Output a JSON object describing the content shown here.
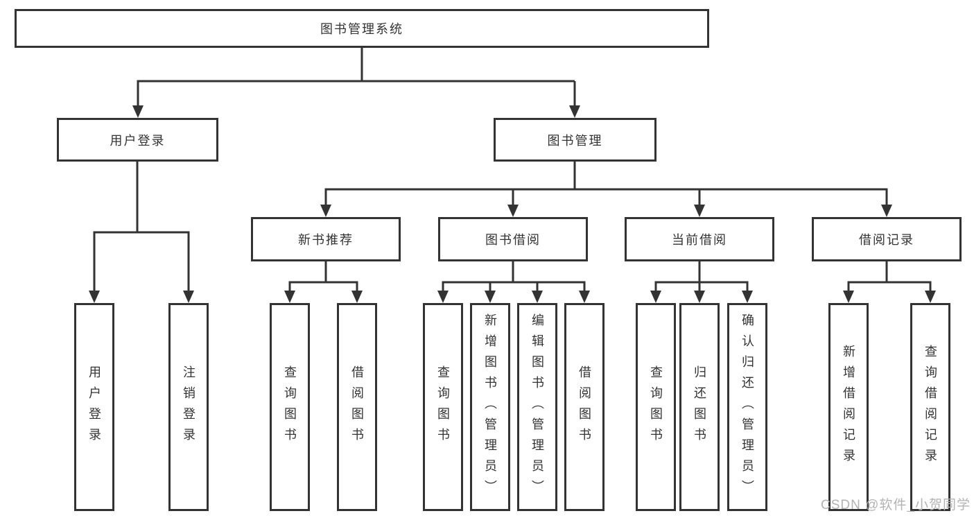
{
  "diagram": {
    "root": {
      "label": "图书管理系统"
    },
    "branches": [
      {
        "label": "用户登录",
        "children": [
          {
            "label": "用户登录"
          },
          {
            "label": "注销登录"
          }
        ]
      },
      {
        "label": "图书管理",
        "sections": [
          {
            "label": "新书推荐",
            "children": [
              {
                "label": "查询图书"
              },
              {
                "label": "借阅图书"
              }
            ]
          },
          {
            "label": "图书借阅",
            "children": [
              {
                "label": "查询图书"
              },
              {
                "label": "新增图书（管理员）"
              },
              {
                "label": "编辑图书（管理员）"
              },
              {
                "label": "借阅图书"
              }
            ]
          },
          {
            "label": "当前借阅",
            "children": [
              {
                "label": "查询图书"
              },
              {
                "label": "归还图书"
              },
              {
                "label": "确认归还（管理员）"
              }
            ]
          },
          {
            "label": "借阅记录",
            "children": [
              {
                "label": "新增借阅记录"
              },
              {
                "label": "查询借阅记录"
              }
            ]
          }
        ]
      }
    ]
  },
  "watermark": {
    "text": "CSDN @软件_小贺同学"
  },
  "colors": {
    "line": "#333333",
    "box_border": "#333333",
    "text": "#333333",
    "watermark": "#b3b3b3",
    "background": "#ffffff"
  }
}
